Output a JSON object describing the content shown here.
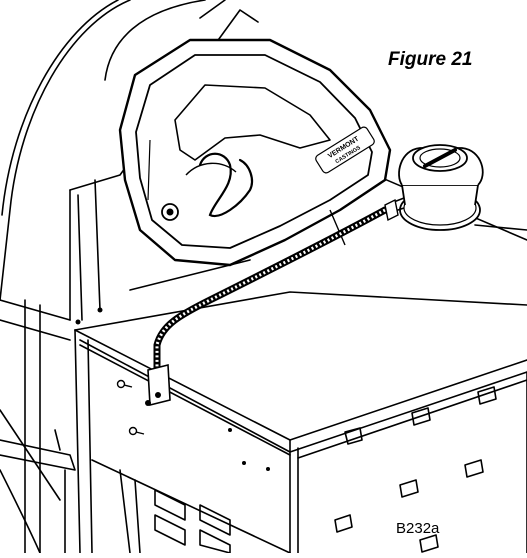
{
  "figure": {
    "title": "Figure 21",
    "code": "B232a"
  },
  "logo": {
    "text_line1": "VERMONT",
    "text_line2": "CASTINGS"
  },
  "colors": {
    "line": "#000000",
    "background": "#ffffff",
    "shade": "#d9d9d9",
    "dark": "#1a1a1a"
  },
  "icons": {
    "knob": "control-knob",
    "hose": "gas-supply-hose",
    "bracket": "hose-bracket",
    "screw": "screw"
  }
}
